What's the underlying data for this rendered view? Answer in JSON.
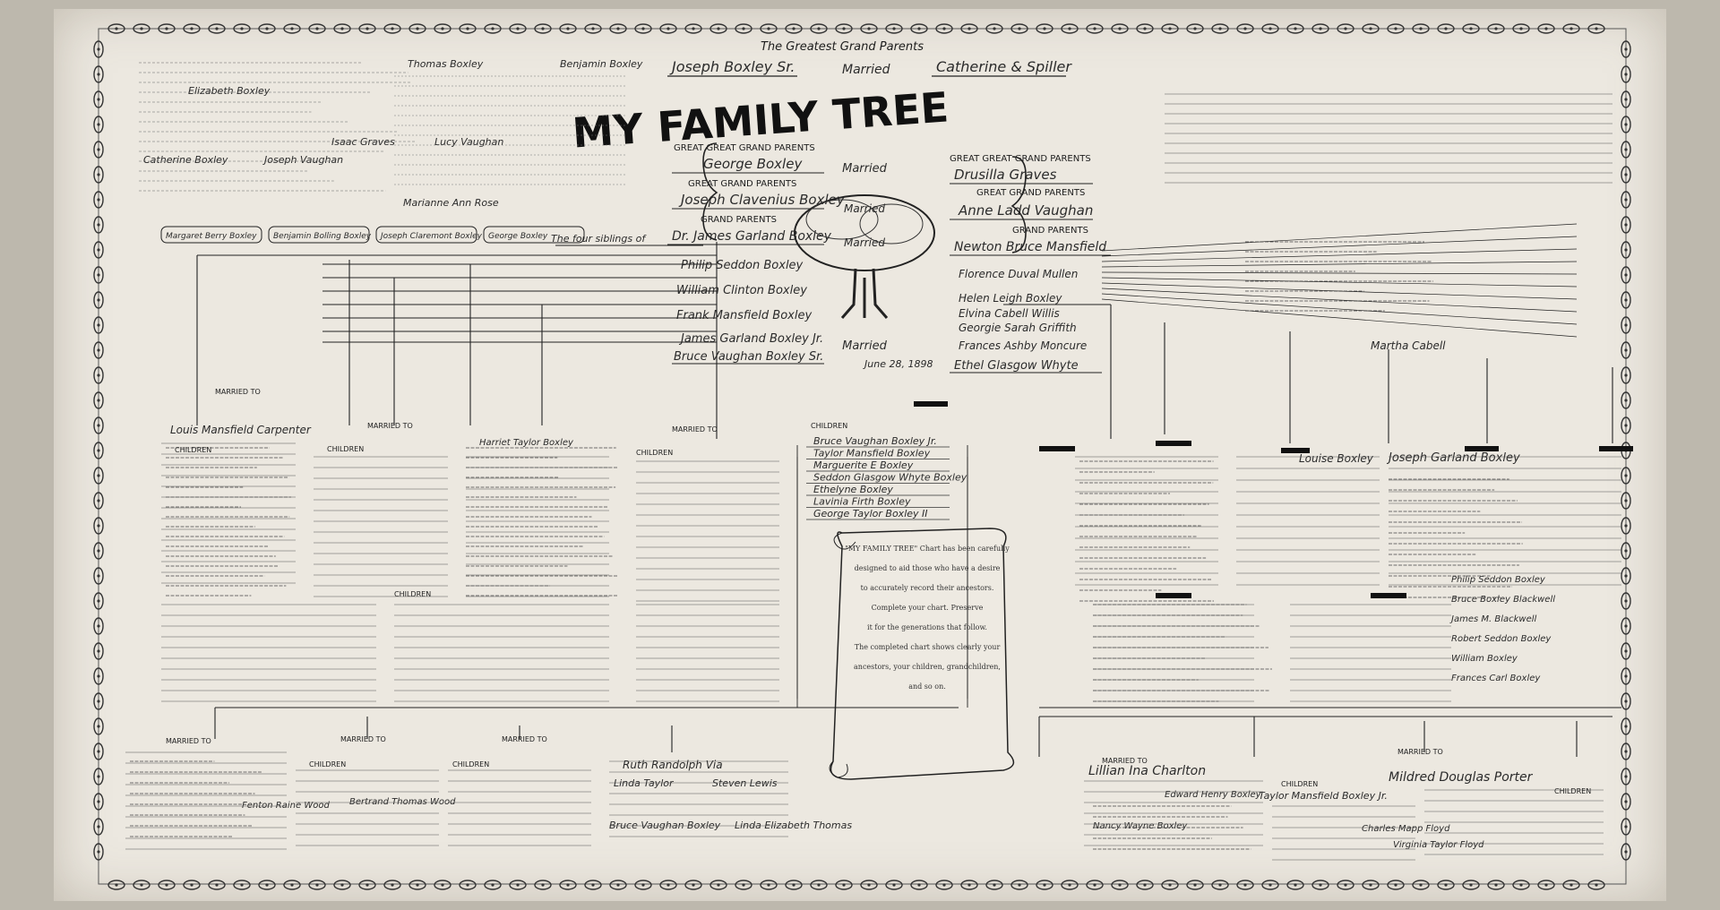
{
  "chart": {
    "title": "MY FAMILY TREE",
    "banner": "The Greatest Grand Parents",
    "headings": {
      "ggg_parents_left": "GREAT GREAT GRAND PARENTS",
      "ggg_parents_right": "GREAT GREAT GRAND PARENTS",
      "gg_parents_left": "GREAT GRAND PARENTS",
      "gg_parents_right": "GREAT GRAND PARENTS",
      "g_parents_left": "GRAND PARENTS",
      "g_parents_right": "GRAND PARENTS",
      "children": "CHILDREN",
      "married_to": "MARRIED TO",
      "married": "Married"
    },
    "ancestors": {
      "top_left": "Joseph Boxley Sr.",
      "top_right": "Catherine & Spiller",
      "ggg_left": "George Boxley",
      "ggg_right": "Drusilla Graves",
      "gg_left": "Joseph Clavenius Boxley",
      "gg_right": "Anne Ladd Vaughan",
      "g_left": "Dr. James Garland Boxley",
      "g_right": "Newton Bruce Mansfield",
      "p_left_1": "Philip Seddon Boxley",
      "p_left_2": "William Clinton Boxley",
      "p_left_3": "Frank Mansfield Boxley",
      "p_left_4": "James Garland Boxley Jr.",
      "p_left_5": "Bruce Vaughan Boxley Sr.",
      "p_right_1": "Florence Duval Mullen",
      "p_right_2": "Helen Leigh Boxley",
      "p_right_3": "Elvina Cabell Willis",
      "p_right_4": "Georgie Sarah Griffith",
      "p_right_5": "Frances Ashby Moncure",
      "p_right_6": "Ethel Glasgow Whyte",
      "married_date": "June 28, 1898"
    },
    "center_children": [
      "Bruce Vaughan Boxley Jr.",
      "Taylor Mansfield Boxley",
      "Marguerite E Boxley",
      "Seddon Glasgow Whyte Boxley",
      "Ethelyne Boxley",
      "Lavinia Firth Boxley",
      "George Taylor Boxley II"
    ],
    "siblings_line": "The four siblings of",
    "sibling_names": [
      "Margaret Berry Boxley",
      "Benjamin Bolling Boxley",
      "Joseph Claremont Boxley",
      "George Boxley"
    ],
    "early_names": [
      "Thomas Boxley",
      "Benjamin Boxley",
      "Elizabeth Boxley",
      "Isaac Graves",
      "Lucy Vaughan",
      "Joseph Vaughan",
      "Catherine Boxley",
      "Marianne Ann Rose"
    ],
    "left_family": {
      "married_to_1": "Louis Mansfield Carpenter",
      "married_to_2": "Harriet Taylor Boxley"
    },
    "right_family": {
      "label_1": "Louise Boxley",
      "label_2": "Joseph Garland Boxley",
      "label_3": "Martha Cabell",
      "list": [
        "Philip Seddon Boxley",
        "Bruce Boxley Blackwell",
        "James M. Blackwell",
        "Robert Seddon Boxley",
        "William Boxley",
        "Frances Carl Boxley"
      ]
    },
    "bottom_names": {
      "b1": "Ruth Randolph Via",
      "b2": "Linda Taylor",
      "b3": "Steven Lewis",
      "b4": "Bruce Vaughan Boxley",
      "b5": "Linda Elizabeth Thomas",
      "b6": "Lillian Ina Charlton",
      "b7": "Edward Henry Boxley",
      "b8": "Mildred Douglas Porter",
      "b9": "Taylor Mansfield Boxley Jr.",
      "b10": "Nancy Wayne Boxley",
      "b11": "Charles Mapp Floyd",
      "b12": "Virginia Taylor Floyd",
      "b13": "Fenton Raine Wood",
      "b14": "Bertrand Thomas Wood"
    },
    "scroll_lines": [
      "\"MY FAMILY TREE\" Chart has been carefully",
      "designed to aid those who have a desire",
      "to accurately record their ancestors.",
      "Complete your chart. Preserve",
      "it for the generations that follow.",
      "The completed chart shows clearly your",
      "ancestors, your children, grandchildren,",
      "and so on."
    ]
  },
  "colors": {
    "paper": "#ece8e0",
    "ink": "#1d1d1d",
    "pencil": "#3a3a3a",
    "marker": "#111111"
  }
}
